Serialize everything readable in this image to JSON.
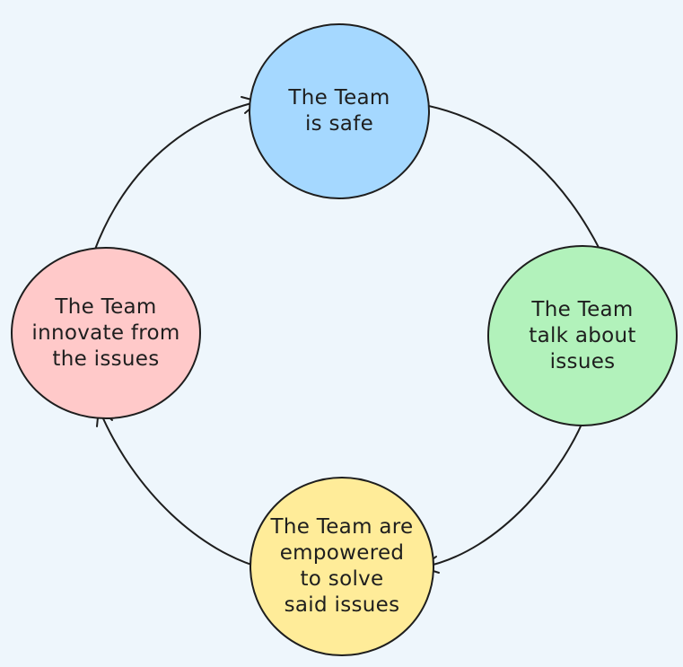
{
  "canvas": {
    "background_color": "#eef6fc",
    "stroke_color": "#1e1e1e",
    "text_color": "#1e1e1e"
  },
  "diagram": {
    "type": "cycle-diagram",
    "style": "hand-drawn",
    "nodes": [
      {
        "id": "team-safe",
        "position": "top",
        "shape": "ellipse",
        "fill": "#a5d8ff",
        "label": "The Team\nis safe"
      },
      {
        "id": "team-talk",
        "position": "right",
        "shape": "ellipse",
        "fill": "#b2f2bb",
        "label": "The Team\ntalk about\nissues"
      },
      {
        "id": "team-empowered",
        "position": "bottom",
        "shape": "ellipse",
        "fill": "#ffec99",
        "label": "The Team are\nempowered\nto solve\nsaid issues"
      },
      {
        "id": "team-innovate",
        "position": "left",
        "shape": "ellipse",
        "fill": "#ffc9c9",
        "label": "The Team\ninnovate from\nthe issues"
      }
    ],
    "edges": [
      {
        "from": "team-safe",
        "to": "team-talk",
        "style": "curved-arrow",
        "direction": "clockwise"
      },
      {
        "from": "team-talk",
        "to": "team-empowered",
        "style": "curved-arrow",
        "direction": "clockwise"
      },
      {
        "from": "team-empowered",
        "to": "team-innovate",
        "style": "curved-arrow",
        "direction": "clockwise"
      },
      {
        "from": "team-innovate",
        "to": "team-safe",
        "style": "curved-arrow",
        "direction": "clockwise"
      }
    ]
  }
}
